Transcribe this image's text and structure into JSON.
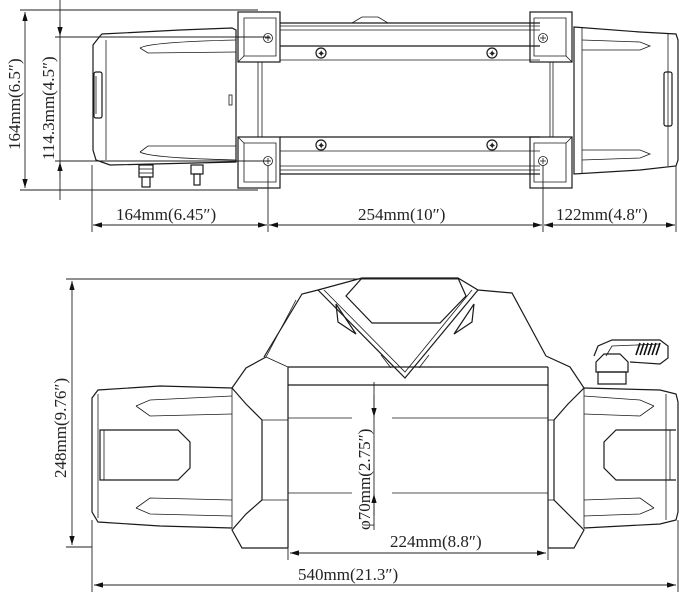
{
  "drawing": {
    "subject": "winch",
    "line_color": "#1a1a1a",
    "background": "#ffffff"
  },
  "top_view": {
    "dimensions": {
      "overall_height": "164mm(6.5″)",
      "mount_height": "114.3mm(4.5″)",
      "left_motor_length": "164mm(6.45″)",
      "mount_spacing": "254mm(10″)",
      "right_length": "122mm(4.8″)"
    }
  },
  "front_view": {
    "dimensions": {
      "overall_height": "248mm(9.76″)",
      "drum_diameter": "φ70mm(2.75″)",
      "drum_length": "224mm(8.8″)",
      "overall_length": "540mm(21.3″)"
    }
  }
}
